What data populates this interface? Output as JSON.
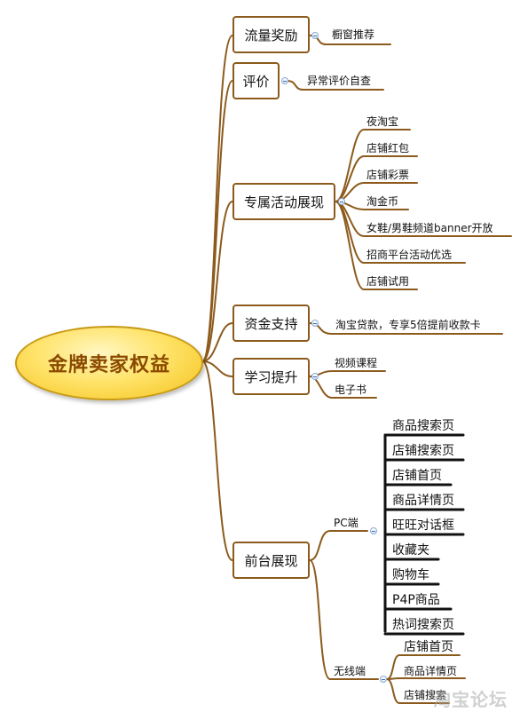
{
  "root": "金牌卖家权益",
  "categories": [
    {
      "label": "流量奖励",
      "items": [
        "橱窗推荐"
      ]
    },
    {
      "label": "评价",
      "items": [
        "异常评价自查"
      ]
    },
    {
      "label": "专属活动展现",
      "items": [
        "夜淘宝",
        "店铺红包",
        "店铺彩票",
        "淘金币",
        "女鞋/男鞋频道banner开放",
        "招商平台活动优选",
        "店铺试用"
      ]
    },
    {
      "label": "资金支持",
      "items": [
        "淘宝贷款，专享5倍提前收款卡"
      ]
    },
    {
      "label": "学习提升",
      "items": [
        "视频课程",
        "电子书"
      ]
    },
    {
      "label": "前台展现",
      "subs": [
        {
          "label": "PC端",
          "items": [
            "商品搜索页",
            "店铺搜索页",
            "店铺首页",
            "商品详情页",
            "旺旺对话框",
            "收藏夹",
            "购物车",
            "P4P商品",
            "热词搜索页"
          ]
        },
        {
          "label": "无线端",
          "items": [
            "店铺首页",
            "商品详情页",
            "店铺搜索"
          ]
        }
      ]
    }
  ],
  "watermark": "淘宝论坛",
  "colors": {
    "branch": "#8c5a1c",
    "rootFillTop": "#fff7c2",
    "rootFillBottom": "#f3c21a",
    "rootText": "#8a4a00",
    "toggle": "#3d6fb7"
  },
  "icons": {
    "toggle": "collapse-toggle-icon"
  }
}
